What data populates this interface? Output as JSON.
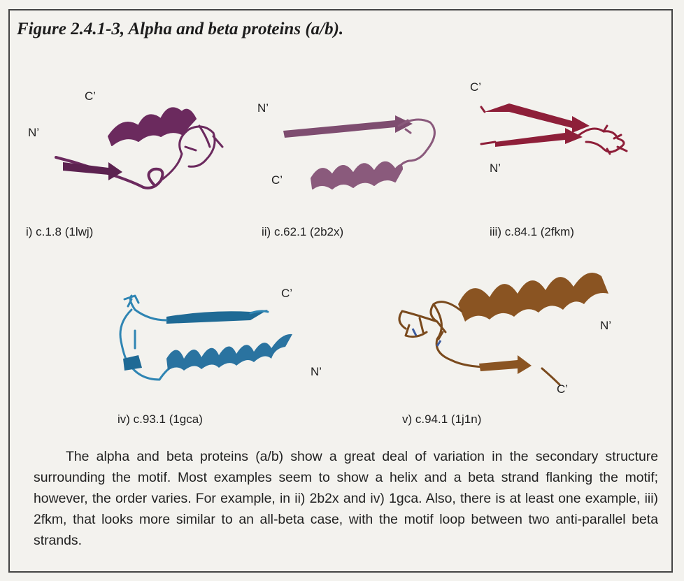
{
  "figure": {
    "title": "Figure 2.4.1-3, Alpha and beta proteins (a/b).",
    "panels": [
      {
        "caption": "i) c.1.8 (1lwj)",
        "color": "#6b2a5e",
        "n_label": "N’",
        "c_label": "C’"
      },
      {
        "caption": "ii) c.62.1 (2b2x)",
        "color": "#8a5a7c",
        "n_label": "N’",
        "c_label": "C’"
      },
      {
        "caption": "iii) c.84.1 (2fkm)",
        "color": "#8e1f39",
        "n_label": "N’",
        "c_label": "C’"
      },
      {
        "caption": "iv) c.93.1 (1gca)",
        "color": "#2a73a0",
        "n_label": "N’",
        "c_label": "C’"
      },
      {
        "caption": "v) c.94.1 (1j1n)",
        "color": "#8a5422",
        "n_label": "N’",
        "c_label": "C’"
      }
    ]
  },
  "body_text": "The alpha and beta proteins (a/b) show a great deal of variation in the secondary structure surrounding the motif. Most examples seem to show a helix and a beta strand flanking the motif; however, the order varies. For example, in ii) 2b2x and iv) 1gca. Also, there is at least one example, iii) 2fkm, that looks more similar to an all-beta case, with the motif loop between two anti-parallel beta strands."
}
